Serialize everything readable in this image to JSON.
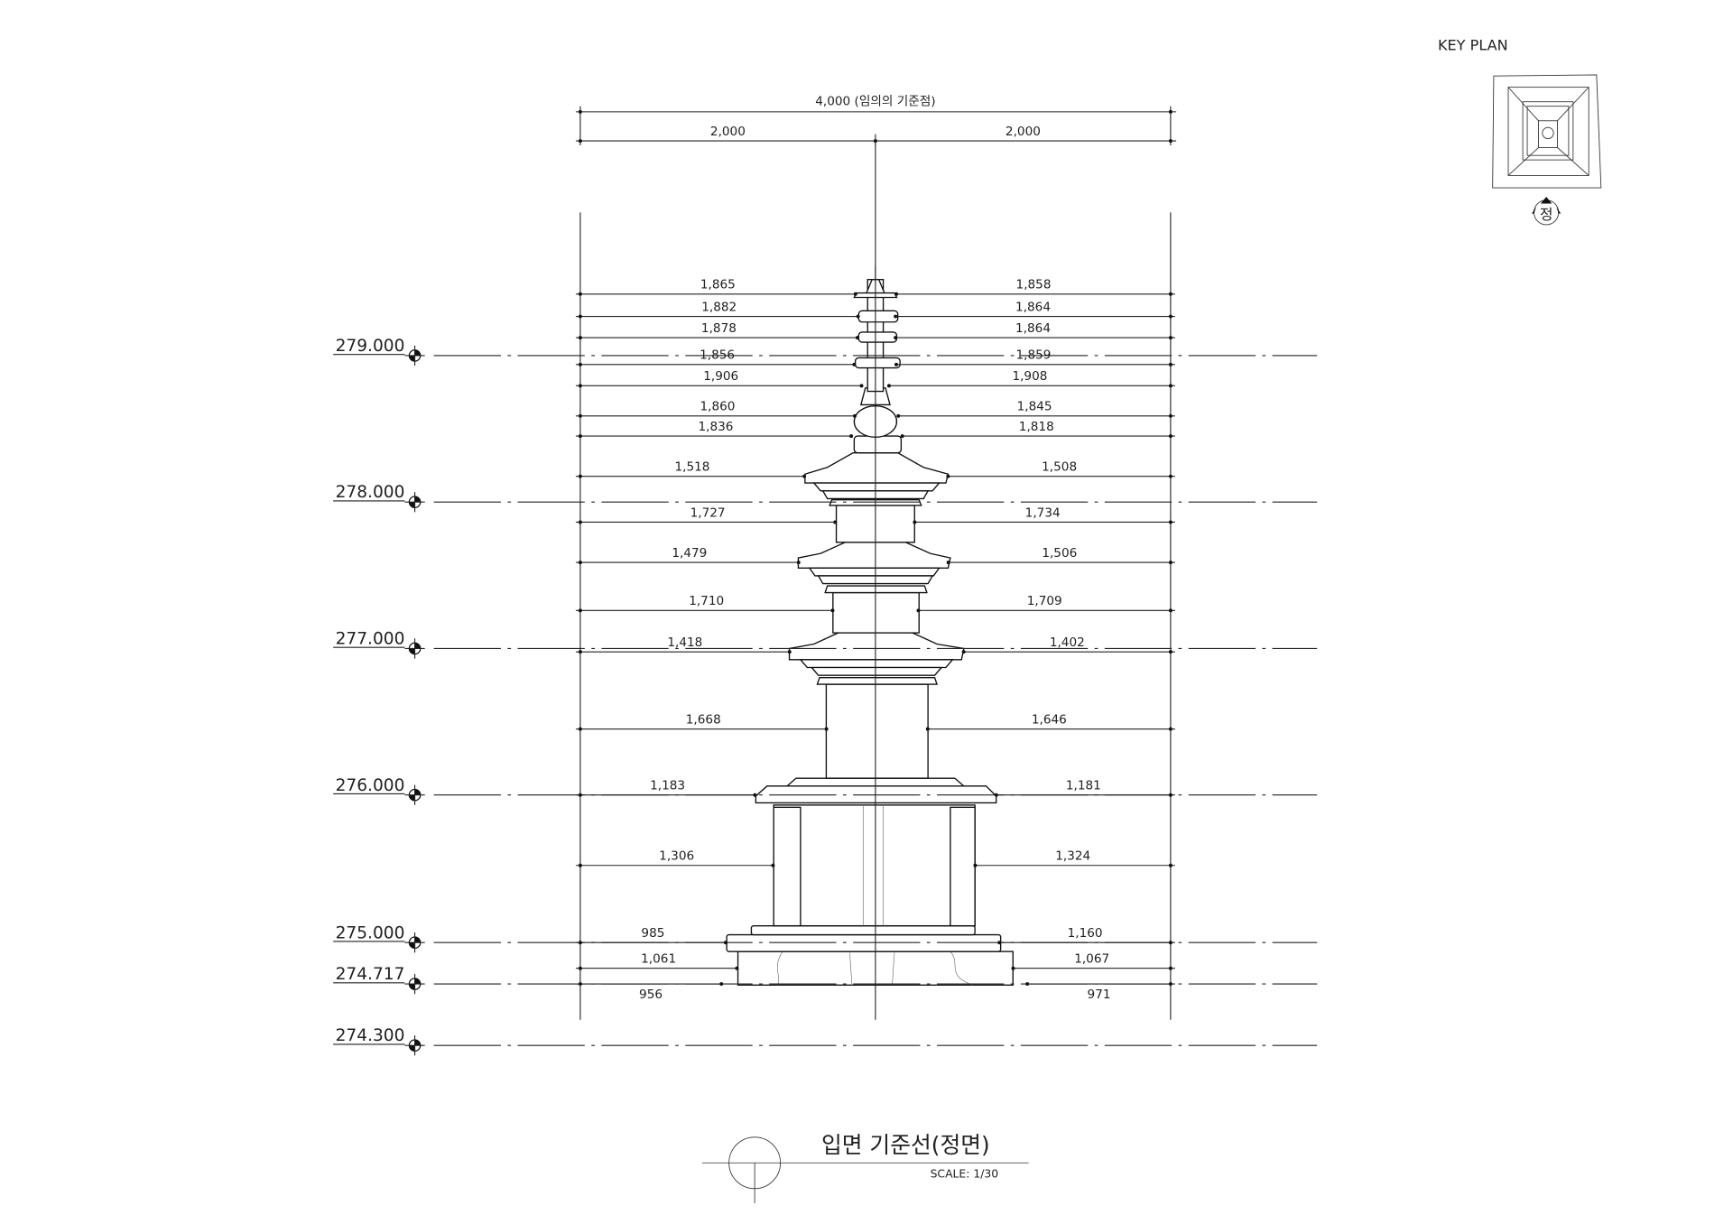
{
  "overall_dimension": "4,000 (임의의 기준점)",
  "half_dimensions": [
    "2,000",
    "2,000"
  ],
  "elevations": [
    "279.000",
    "278.000",
    "277.000",
    "276.000",
    "275.000",
    "274.717",
    "274.300"
  ],
  "width_rows": [
    {
      "left": "1,865",
      "right": "1,858",
      "left_mm": 1865,
      "right_mm": 1858
    },
    {
      "left": "1,882",
      "right": "1,864",
      "left_mm": 1882,
      "right_mm": 1864
    },
    {
      "left": "1,878",
      "right": "1,864",
      "left_mm": 1878,
      "right_mm": 1864
    },
    {
      "left": "1,856",
      "right": "1,859",
      "left_mm": 1856,
      "right_mm": 1859
    },
    {
      "left": "1,906",
      "right": "1,908",
      "left_mm": 1906,
      "right_mm": 1908
    },
    {
      "left": "1,860",
      "right": "1,845",
      "left_mm": 1860,
      "right_mm": 1845
    },
    {
      "left": "1,836",
      "right": "1,818",
      "left_mm": 1836,
      "right_mm": 1818
    },
    {
      "left": "1,518",
      "right": "1,508",
      "left_mm": 1518,
      "right_mm": 1508
    },
    {
      "left": "1,727",
      "right": "1,734",
      "left_mm": 1727,
      "right_mm": 1734
    },
    {
      "left": "1,479",
      "right": "1,506",
      "left_mm": 1479,
      "right_mm": 1506
    },
    {
      "left": "1,710",
      "right": "1,709",
      "left_mm": 1710,
      "right_mm": 1709
    },
    {
      "left": "1,418",
      "right": "1,402",
      "left_mm": 1418,
      "right_mm": 1402
    },
    {
      "left": "1,668",
      "right": "1,646",
      "left_mm": 1668,
      "right_mm": 1646
    },
    {
      "left": "1,183",
      "right": "1,181",
      "left_mm": 1183,
      "right_mm": 1181
    },
    {
      "left": "1,306",
      "right": "1,324",
      "left_mm": 1306,
      "right_mm": 1324
    },
    {
      "left": "985",
      "right": "1,160",
      "left_mm": 985,
      "right_mm": 1160
    },
    {
      "left": "1,061",
      "right": "1,067",
      "left_mm": 1061,
      "right_mm": 1067
    },
    {
      "left": "956",
      "right": "971",
      "left_mm": 956,
      "right_mm": 971
    }
  ],
  "key_plan": {
    "label": "KEY PLAN",
    "direction_mark": "정"
  },
  "title_block": {
    "title": "입면 기준선(정면)",
    "scale": "SCALE: 1/30"
  }
}
